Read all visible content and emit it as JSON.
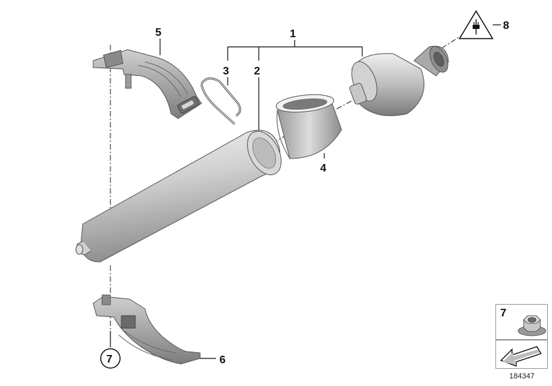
{
  "callouts": {
    "c1": "1",
    "c2": "2",
    "c3": "3",
    "c4": "4",
    "c5": "5",
    "c6": "6",
    "c7": "7",
    "c8": "8"
  },
  "legend": {
    "nut_ref": "7"
  },
  "document_id": "184347",
  "colors": {
    "part_light": "#e6e6e6",
    "part_mid": "#b9b9b9",
    "part_dark": "#6e6e6e",
    "outline": "#555555"
  },
  "icons": {
    "warning": "electrical-plug-warning-icon",
    "nut": "hex-nut-icon",
    "arrow": "direction-arrow-icon"
  }
}
